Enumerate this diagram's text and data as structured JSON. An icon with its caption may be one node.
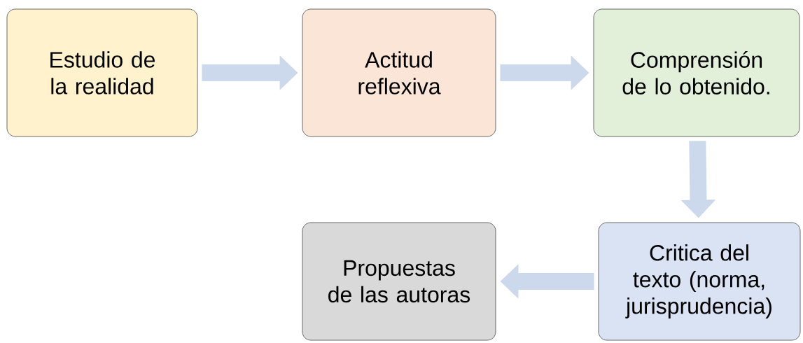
{
  "diagram": {
    "nodes": [
      {
        "text": [
          "Estudio de la realidad"
        ]
      },
      {
        "text": [
          "Actitud reflexiva"
        ]
      },
      {
        "text": [
          "Comprensión de lo obtenido."
        ]
      },
      {
        "text": [
          "Critica del texto (norma, jurisprudencia)"
        ]
      },
      {
        "text": [
          "Propuestas de las autoras"
        ]
      }
    ],
    "edges": [
      {
        "from": 0,
        "to": 1,
        "arrow": "to"
      },
      {
        "from": 1,
        "to": 2,
        "arrow": "to"
      },
      {
        "from": 2,
        "to": 3,
        "arrow": "to"
      },
      {
        "from": 3,
        "to": 4,
        "arrow": "to"
      }
    ]
  }
}
